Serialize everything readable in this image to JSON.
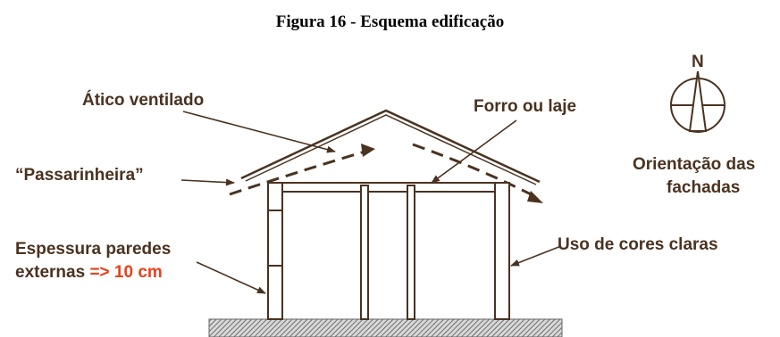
{
  "title": "Figura 16 - Esquema edificação",
  "labels": {
    "attic": "Ático ventilado",
    "ceiling": "Forro ou laje",
    "eave": "“Passarinheira”",
    "wall_line1": "Espessura paredes",
    "wall_line2_prefix": "externas ",
    "wall_line2_value": "=> 10 cm",
    "colors": "Uso de cores claras",
    "orientation_line1": "Orientação das",
    "orientation_line2": "fachadas",
    "north": "N"
  },
  "colors": {
    "ink": "#4a3220",
    "accent": "#e8401c",
    "ground": "#8a8a8a"
  }
}
